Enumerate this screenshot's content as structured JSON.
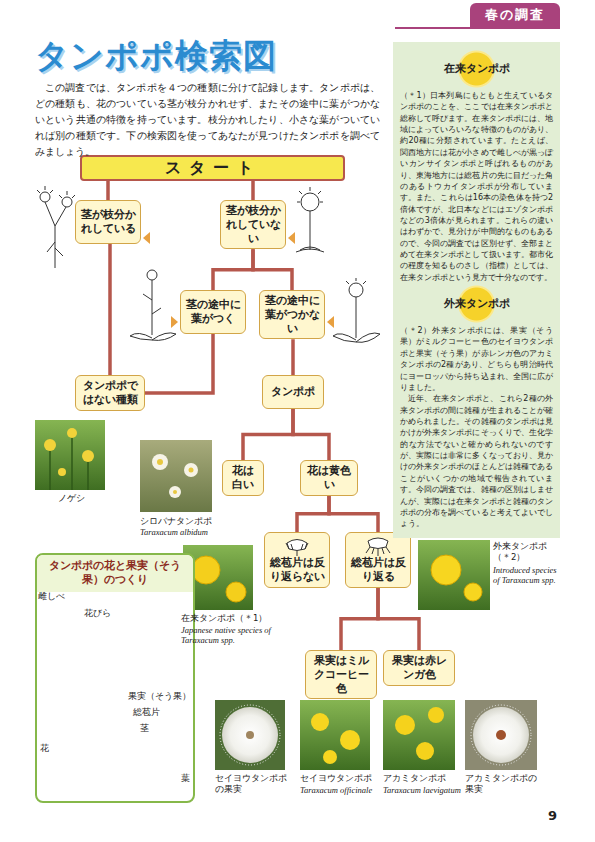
{
  "diagram": {
    "title": "タンポポ検索図",
    "nodes": [
      {
        "text": [
          "春の調査"
        ]
      },
      {
        "text": [
          "スタート"
        ]
      },
      {
        "text": [
          "茎が枝分かれしている"
        ]
      },
      {
        "text": [
          "茎が枝分かれしていない"
        ]
      },
      {
        "text": [
          "茎の途中に葉がつく"
        ]
      },
      {
        "text": [
          "茎の途中に葉がつかない"
        ]
      },
      {
        "text": [
          "タンポポではない種類"
        ]
      },
      {
        "text": [
          "タンポポ"
        ]
      },
      {
        "text": [
          "花は白い"
        ]
      },
      {
        "text": [
          "花は黄色い"
        ]
      },
      {
        "text": [
          "総苞片は反り返らない"
        ]
      },
      {
        "text": [
          "総苞片は反り返る"
        ]
      },
      {
        "text": [
          "果実はミルクコーヒー色"
        ]
      },
      {
        "text": [
          "果実は赤レンガ色"
        ]
      },
      {
        "text": [
          "在来タンポポ",
          "（＊1）日本列島にもともと生えているタンポポのことを、ここでは在来タンポポと総称して呼びます。在来タンポポには、地域によっていろいろな特徴のものがあり、約20種に分類されています。たとえば、関西地方には花が小さめで雌しべが黒っぽいカンサイタンポポと呼ばれるものがあり、東海地方には総苞片の先に目だった角のあるトウカイタンポポが分布しています。また、これらは16本の染色体を持つ2倍体ですが、北日本などにはエゾタンポポなどの3倍体が見られます。これらの違いはわずかで、見分けが中間的なものもあるので、今回の調査では区別せず、全部まとめて在来タンポポとして扱います。都市化の程度を知るものさし（指標）としては、在来タンポポという見方で十分なのです。",
          "外来タンポポ",
          "（＊2）外来タンポポには、果実（そう果）がミルクコーヒー色のセイヨウタンポポと果実（そう果）が赤レンガ色のアカミタンポポの2種があり、どちらも明治時代にヨーロッパから持ち込まれ、全国に広がりました。",
          "近年、在来タンポポと、これら2種の外来タンポポの間に雑種が生まれることが確かめられました。その雑種のタンポポは見かけが外来タンポポにそっくりで、生化学的な方法でないと確かめられないのですが、実際には非常に多くなっており、見かけの外来タンポポのほとんどは雑種であることがいくつかの地域で報告されています。今回の調査では、雑種の区別はしませんが、実際には在来タンポポと雑種のタンポポの分布を調べていると考えてよいでしょう。"
        ]
      },
      {
        "text": [
          "タンポポの花と果実（そう果）のつくり"
        ]
      }
    ],
    "edges": [
      {
        "from": 1,
        "to": 2,
        "arrow": "none"
      },
      {
        "from": 1,
        "to": 3,
        "arrow": "none"
      },
      {
        "from": 3,
        "to": 4,
        "arrow": "none"
      },
      {
        "from": 3,
        "to": 5,
        "arrow": "none"
      },
      {
        "from": 2,
        "to": 6,
        "arrow": "none"
      },
      {
        "from": 4,
        "to": 6,
        "arrow": "none"
      },
      {
        "from": 5,
        "to": 7,
        "arrow": "none"
      },
      {
        "from": 7,
        "to": 8,
        "arrow": "none"
      },
      {
        "from": 7,
        "to": 9,
        "arrow": "none"
      },
      {
        "from": 9,
        "to": 10,
        "arrow": "none"
      },
      {
        "from": 9,
        "to": 11,
        "arrow": "none"
      },
      {
        "from": 11,
        "to": 12,
        "arrow": "none"
      },
      {
        "from": 11,
        "to": 13,
        "arrow": "none"
      }
    ],
    "labels": [
      "この調査では、タンポポを４つの種類に分けて記録します。タンポポは、どの種類も、花のついている茎が枝分かれせず、またその途中に葉がつかないという共通の特徴を持っています。枝分かれしたり、小さな葉がついていれば別の種類です。下の検索図を使ってあなたが見つけたタンポポを調べてみましょう。",
      "ノゲシ",
      "シロバナタンポポ",
      "Taraxacum albidum",
      "在来タンポポ（＊1）",
      "Japanese native species of Taraxacum spp.",
      "外来タンポポ（＊2）",
      "Introduced species of Taraxacum spp.",
      "セイヨウタンポポの果実",
      "セイヨウタンポポ",
      "Taraxacum officinale",
      "アカミタンポポ",
      "Taraxacum laevigatum",
      "アカミタンポポの果実",
      "雌しべ",
      "花びら",
      "果実（そう果）",
      "総苞片",
      "茎",
      "花",
      "葉",
      "9"
    ]
  }
}
